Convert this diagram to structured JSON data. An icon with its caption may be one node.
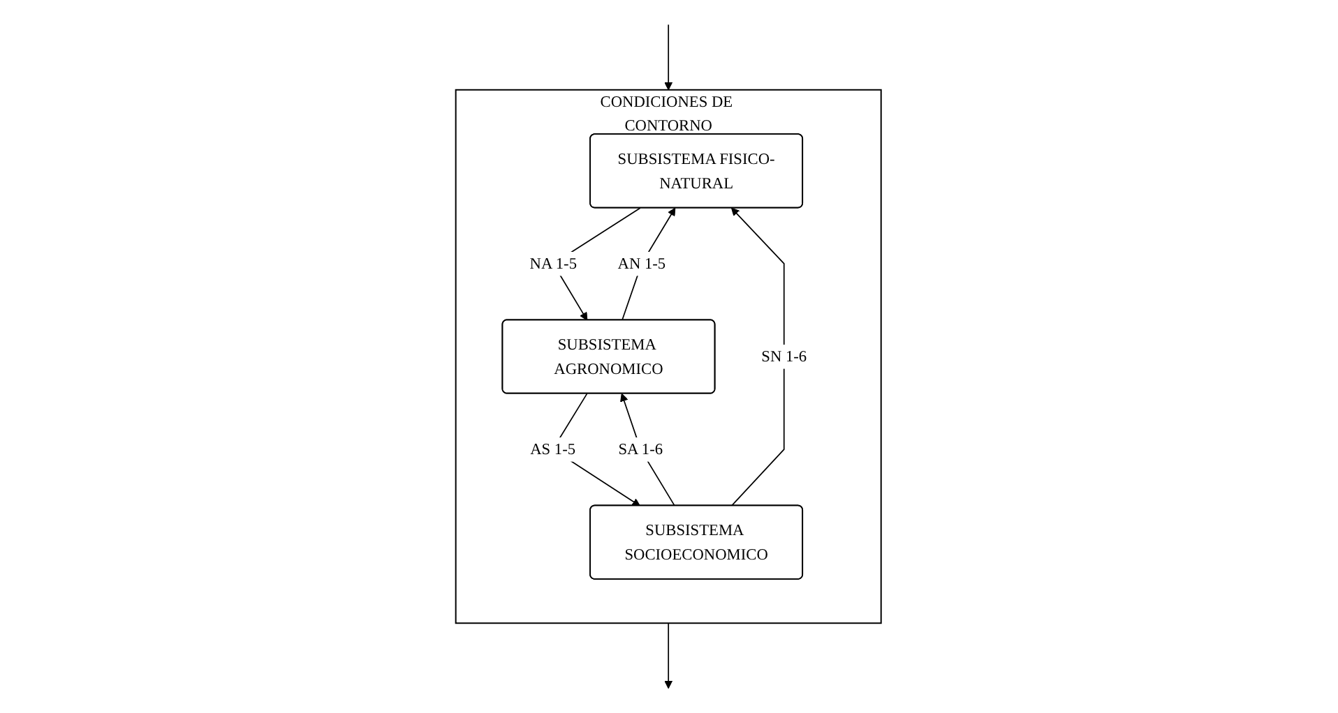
{
  "diagram": {
    "nodes": [
      {
        "text": [
          "CONDICIONES DE CONTORNO"
        ]
      },
      {
        "text": [
          "SUBSISTEMA FISICO-NATURAL"
        ],
        "in": 0
      },
      {
        "text": [
          "SUBSISTEMA SOCIOECONOMICO"
        ],
        "in": 0
      },
      {
        "text": [
          "SUBSISTEMA AGRONOMICO"
        ],
        "in": 0
      }
    ],
    "edges": [
      {
        "from": null,
        "to": 0,
        "arrow": "to"
      },
      {
        "from": 2,
        "to": 1,
        "arrow": "to",
        "label": "SN 1-6"
      },
      {
        "from": 3,
        "to": 1,
        "arrow": "to",
        "label": "AN 1-5"
      },
      {
        "from": 3,
        "to": 2,
        "arrow": "to",
        "label": "AS 1-5"
      },
      {
        "from": 1,
        "to": 3,
        "arrow": "to",
        "label": "NA 1-5"
      },
      {
        "from": 2,
        "to": 3,
        "arrow": "to",
        "label": "SA 1-6"
      },
      {
        "from": 0,
        "to": null,
        "arrow": "to"
      }
    ]
  }
}
